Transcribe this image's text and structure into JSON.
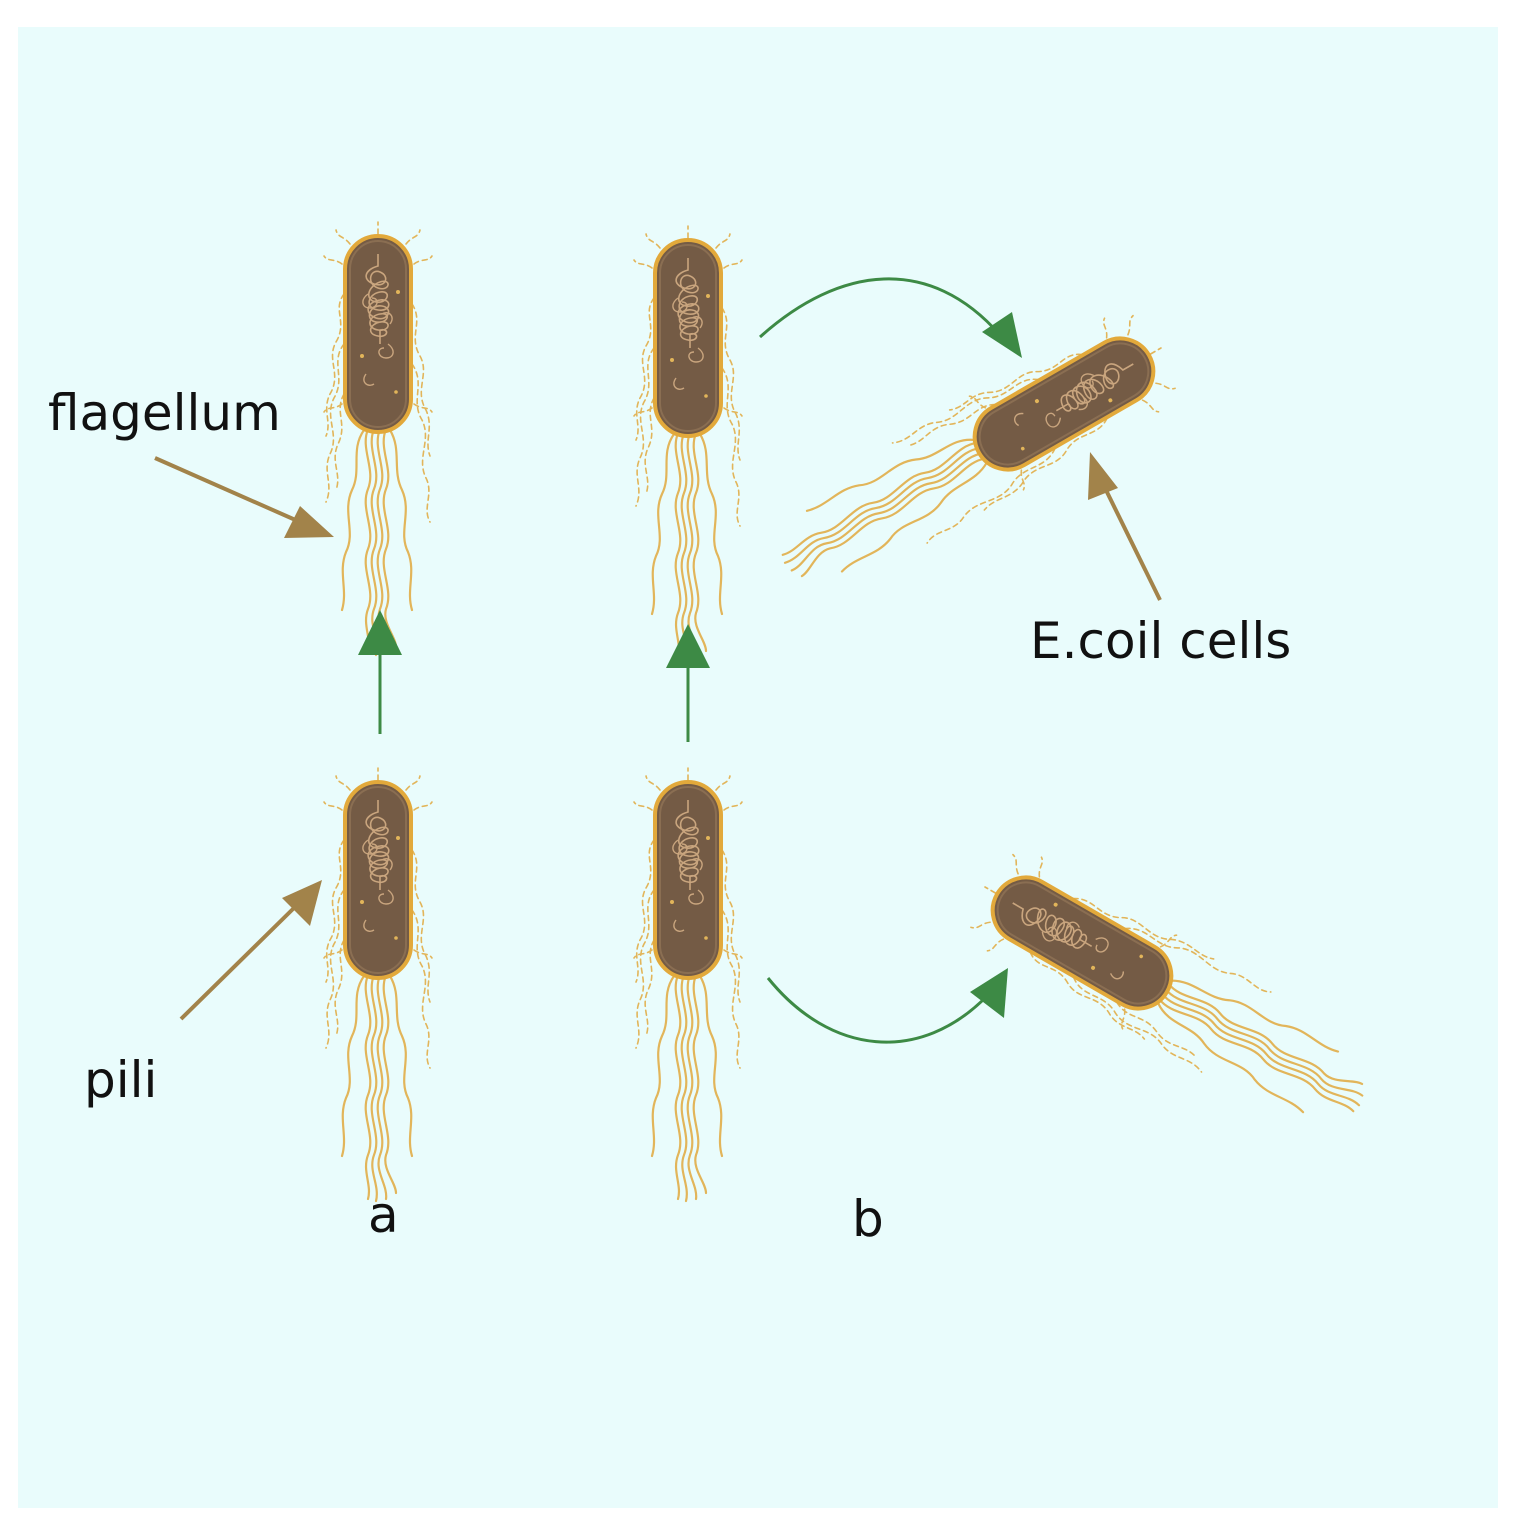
{
  "labels": {
    "flagellum": "flagellum",
    "pili": "pili",
    "ecoli": "E.coil cells",
    "panel_a": "a",
    "panel_b": "b"
  },
  "colors": {
    "background": "#e9fcfc",
    "cell_body": "#745b45",
    "cell_outline": "#e2a93b",
    "dna": "#c9a57e",
    "appendage": "#e2b55a",
    "label_arrow": "#a2834a",
    "motion_arrow": "#3d8a45"
  },
  "cells": [
    {
      "name": "cell-a-top",
      "angle": 0
    },
    {
      "name": "cell-a-bottom",
      "angle": 0
    },
    {
      "name": "cell-b-top",
      "angle": 0
    },
    {
      "name": "cell-b-bottom",
      "angle": 0
    },
    {
      "name": "cell-b-tilted-up",
      "angle": 60
    },
    {
      "name": "cell-b-tilted-down",
      "angle": -60
    }
  ]
}
